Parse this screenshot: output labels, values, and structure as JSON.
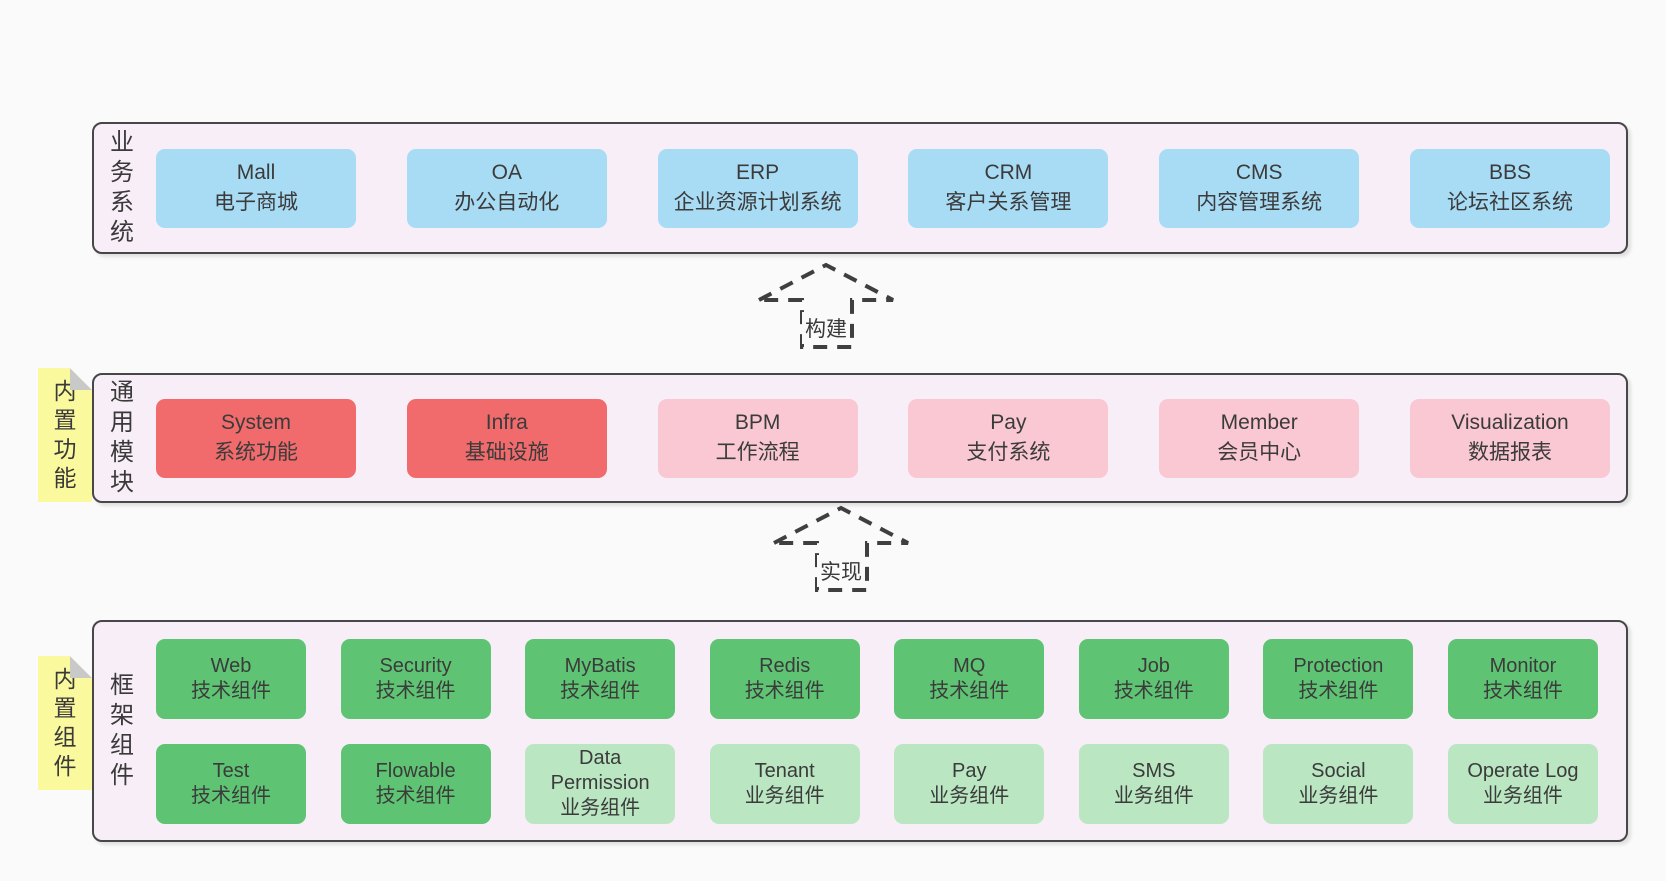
{
  "colors": {
    "page_bg": "#fafafa",
    "band_bg": "#f8eef7",
    "band_border": "#474747",
    "blue_box": "#a8dbf4",
    "red_box": "#f16b6c",
    "pink_box": "#f9c8d2",
    "green_dark_box": "#5ec473",
    "green_light_box": "#bae6c2",
    "sticky_yellow": "#fbf99e",
    "sticky_fold_gray": "#c9c9c9",
    "text": "#3b3b3b"
  },
  "arrows": [
    {
      "label": "构建"
    },
    {
      "label": "实现"
    }
  ],
  "stickies": [
    {
      "label": "内置功能"
    },
    {
      "label": "内置组件"
    }
  ],
  "bands": [
    {
      "label": "业务系统",
      "boxes": [
        {
          "name": "Mall",
          "desc": "电子商城",
          "variant": "blue"
        },
        {
          "name": "OA",
          "desc": "办公自动化",
          "variant": "blue"
        },
        {
          "name": "ERP",
          "desc": "企业资源计划系统",
          "variant": "blue"
        },
        {
          "name": "CRM",
          "desc": "客户关系管理",
          "variant": "blue"
        },
        {
          "name": "CMS",
          "desc": "内容管理系统",
          "variant": "blue"
        },
        {
          "name": "BBS",
          "desc": "论坛社区系统",
          "variant": "blue"
        }
      ]
    },
    {
      "label": "通用模块",
      "sticky": "内置功能",
      "boxes": [
        {
          "name": "System",
          "desc": "系统功能",
          "variant": "red"
        },
        {
          "name": "Infra",
          "desc": "基础设施",
          "variant": "red"
        },
        {
          "name": "BPM",
          "desc": "工作流程",
          "variant": "pink"
        },
        {
          "name": "Pay",
          "desc": "支付系统",
          "variant": "pink"
        },
        {
          "name": "Member",
          "desc": "会员中心",
          "variant": "pink"
        },
        {
          "name": "Visualization",
          "desc": "数据报表",
          "variant": "pink"
        }
      ]
    },
    {
      "label": "框架组件",
      "sticky": "内置组件",
      "rows": [
        [
          {
            "name": "Web",
            "desc": "技术组件",
            "variant": "green-dark"
          },
          {
            "name": "Security",
            "desc": "技术组件",
            "variant": "green-dark"
          },
          {
            "name": "MyBatis",
            "desc": "技术组件",
            "variant": "green-dark"
          },
          {
            "name": "Redis",
            "desc": "技术组件",
            "variant": "green-dark"
          },
          {
            "name": "MQ",
            "desc": "技术组件",
            "variant": "green-dark"
          },
          {
            "name": "Job",
            "desc": "技术组件",
            "variant": "green-dark"
          },
          {
            "name": "Protection",
            "desc": "技术组件",
            "variant": "green-dark"
          },
          {
            "name": "Monitor",
            "desc": "技术组件",
            "variant": "green-dark"
          }
        ],
        [
          {
            "name": "Test",
            "desc": "技术组件",
            "variant": "green-dark"
          },
          {
            "name": "Flowable",
            "desc": "技术组件",
            "variant": "green-dark"
          },
          {
            "name": "Data Permission",
            "desc": "业务组件",
            "variant": "green-light"
          },
          {
            "name": "Tenant",
            "desc": "业务组件",
            "variant": "green-light"
          },
          {
            "name": "Pay",
            "desc": "业务组件",
            "variant": "green-light"
          },
          {
            "name": "SMS",
            "desc": "业务组件",
            "variant": "green-light"
          },
          {
            "name": "Social",
            "desc": "业务组件",
            "variant": "green-light"
          },
          {
            "name": "Operate Log",
            "desc": "业务组件",
            "variant": "green-light"
          }
        ]
      ]
    }
  ]
}
